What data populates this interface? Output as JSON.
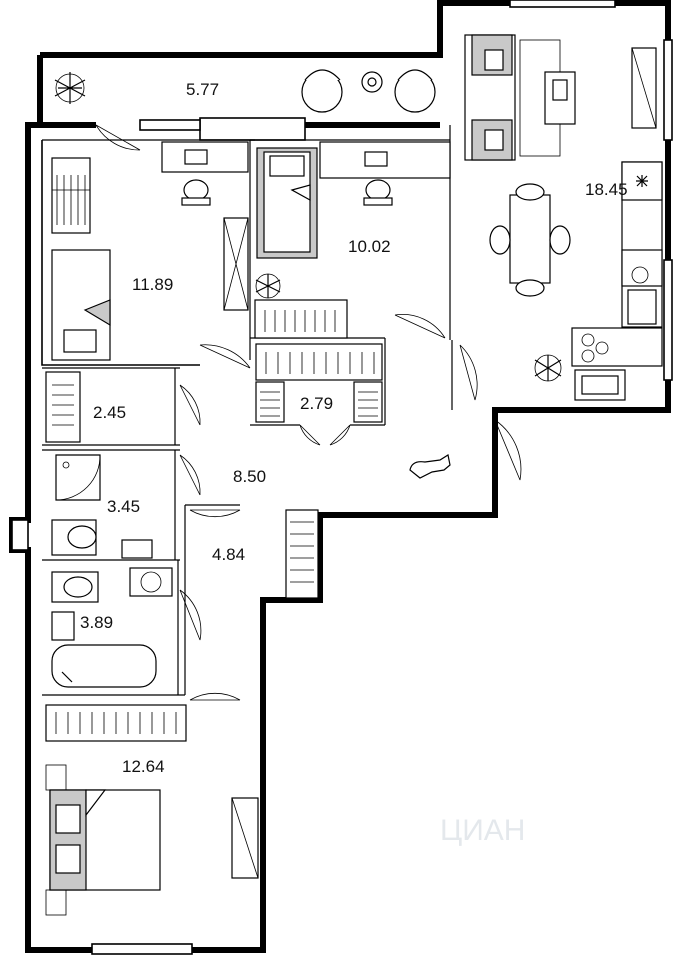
{
  "rooms": [
    {
      "id": "balcony",
      "area": "5.77"
    },
    {
      "id": "living-kitchen",
      "area": "18.45"
    },
    {
      "id": "bedroom-left",
      "area": "11.89"
    },
    {
      "id": "bedroom-center",
      "area": "10.02"
    },
    {
      "id": "closet",
      "area": "2.45"
    },
    {
      "id": "wardrobe",
      "area": "2.79"
    },
    {
      "id": "hall",
      "area": "8.50"
    },
    {
      "id": "shower-bathroom",
      "area": "3.45"
    },
    {
      "id": "corridor",
      "area": "4.84"
    },
    {
      "id": "bathroom",
      "area": "3.89"
    },
    {
      "id": "bedroom-bottom",
      "area": "12.64"
    }
  ],
  "watermark": {
    "text": "ЦИАН"
  },
  "colors": {
    "wall": "#000000",
    "furniture_fill": "#ffffff",
    "bed_accent": "#c9c9c9",
    "background": "#ffffff"
  }
}
